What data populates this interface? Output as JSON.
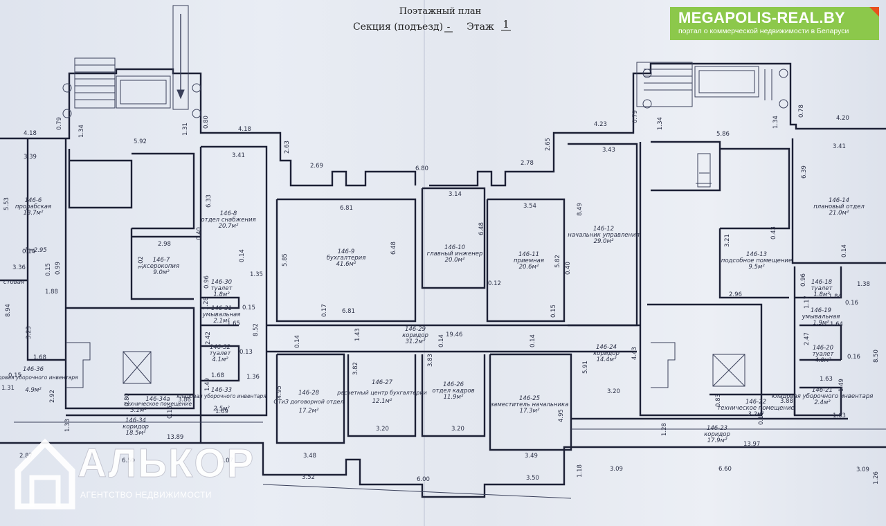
{
  "header": {
    "title": "Поэтажный план",
    "section_label": "Секция (подъезд)",
    "section_value": "-",
    "floor_label": "Этаж",
    "floor_value": "1"
  },
  "watermark_top": {
    "brand": "MEGAPOLIS-REAL.BY",
    "tagline": "портал о коммерческой недвижимости в Беларуси",
    "color": "#8cc84b",
    "accent": "#e8501e"
  },
  "watermark_bottom": {
    "brand": "АЛЬКОР",
    "tagline": "АГЕНТСТВО НЕДВИЖИМОСТИ"
  },
  "rooms": [
    {
      "id": "146-6",
      "name": "прорабская",
      "area": "18.7м²"
    },
    {
      "id": "146-7",
      "name": "ксерокопия",
      "area": "9.0м²"
    },
    {
      "id": "146-8",
      "name": "отдел снабжения",
      "area": "20.7м²"
    },
    {
      "id": "146-9",
      "name": "бухгалтерия",
      "area": "41.6м²"
    },
    {
      "id": "146-10",
      "name": "главный инженер",
      "area": "20.0м²"
    },
    {
      "id": "146-11",
      "name": "приемная",
      "area": "20.6м²"
    },
    {
      "id": "146-12",
      "name": "начальник управления",
      "area": "29.0м²"
    },
    {
      "id": "146-13",
      "name": "подсобное помещение",
      "area": "9.5м²"
    },
    {
      "id": "146-14",
      "name": "плановый отдел",
      "area": "21.0м²"
    },
    {
      "id": "146-18",
      "name": "туалет",
      "area": "1.8м²"
    },
    {
      "id": "146-19",
      "name": "умывальная",
      "area": "1.9м²"
    },
    {
      "id": "146-20",
      "name": "туалет",
      "area": "4.0м²"
    },
    {
      "id": "146-21",
      "name": "кладовая уборочного инвентаря",
      "area": "2.4м²"
    },
    {
      "id": "146-22",
      "name": "техническое помещение",
      "area": "3.2м²"
    },
    {
      "id": "146-23",
      "name": "коридор",
      "area": "17.9м²"
    },
    {
      "id": "146-24",
      "name": "коридор",
      "area": "14.4м²"
    },
    {
      "id": "146-25",
      "name": "заместитель начальника",
      "area": "17.3м²"
    },
    {
      "id": "146-26",
      "name": "отдел кадров",
      "area": "11.9м²"
    },
    {
      "id": "146-27",
      "name": "расчетный центр бухгалтерии",
      "area": "12.1м²"
    },
    {
      "id": "146-28",
      "name": "ОТиЗ договорной отдел",
      "area": "17.2м²"
    },
    {
      "id": "146-29",
      "name": "коридор",
      "area": "31.2м²"
    },
    {
      "id": "146-30",
      "name": "туалет",
      "area": "1.8м²"
    },
    {
      "id": "146-31",
      "name": "умывальная",
      "area": "2.1м²"
    },
    {
      "id": "146-32",
      "name": "туалет",
      "area": "4.1м²"
    },
    {
      "id": "146-33",
      "name": "кладовая уборочного инвентаря",
      "area": "2.5м²"
    },
    {
      "id": "146-34а",
      "name": "техническое помещение",
      "area": "3.1м²"
    },
    {
      "id": "146-34",
      "name": "коридор",
      "area": "18.5м²"
    },
    {
      "id": "146-36",
      "name": "кладовая уборочного инвентаря",
      "area": "4.9м²"
    }
  ],
  "notes": {
    "height": "h=2.95",
    "partial_room": "стовая"
  },
  "dimensions": [
    "4.18",
    "0.79",
    "1.34",
    "5.92",
    "1.31",
    "0.80",
    "4.18",
    "2.63",
    "2.69",
    "6.80",
    "2.78",
    "2.65",
    "4.23",
    "0.79",
    "1.34",
    "5.86",
    "1.34",
    "0.78",
    "4.20",
    "3.39",
    "3.41",
    "6.81",
    "3.14",
    "3.54",
    "3.43",
    "3.41",
    "6.33",
    "8.49",
    "6.39",
    "6.48",
    "6.48",
    "5.53",
    "2.98",
    "0.40",
    "3.02",
    "5.85",
    "5.82",
    "0.40",
    "0.43",
    "3.21",
    "0.14",
    "0.14",
    "3.36",
    "0.15",
    "0.99",
    "1.88",
    "0.96",
    "0.14",
    "1.35",
    "0.12",
    "2.96",
    "0.96",
    "1.84",
    "1.38",
    "8.94",
    "1.28",
    "0.15",
    "0.17",
    "6.81",
    "0.15",
    "1.17",
    "0.16",
    "1.65",
    "1.64",
    "3.23",
    "2.42",
    "1.43",
    "19.46",
    "2.47",
    "1.68",
    "0.13",
    "8.52",
    "0.14",
    "0.14",
    "0.14",
    "4.43",
    "0.16",
    "8.50",
    "1.68",
    "1.36",
    "3.82",
    "3.83",
    "5.91",
    "3.20",
    "1.63",
    "0.15",
    "4.95",
    "1.31",
    "2.92",
    "1.49",
    "0.80",
    "3.86",
    "0.83",
    "3.88",
    "1.49",
    "0.16",
    "1.69",
    "0.15",
    "1.63",
    "1.33",
    "13.89",
    "3.20",
    "3.20",
    "4.95",
    "1.28",
    "13.97",
    "2.87",
    "3.07",
    "3.48",
    "3.49",
    "6.50",
    "3.52",
    "6.00",
    "3.50",
    "1.18",
    "3.09",
    "6.60",
    "3.09",
    "1.26"
  ]
}
